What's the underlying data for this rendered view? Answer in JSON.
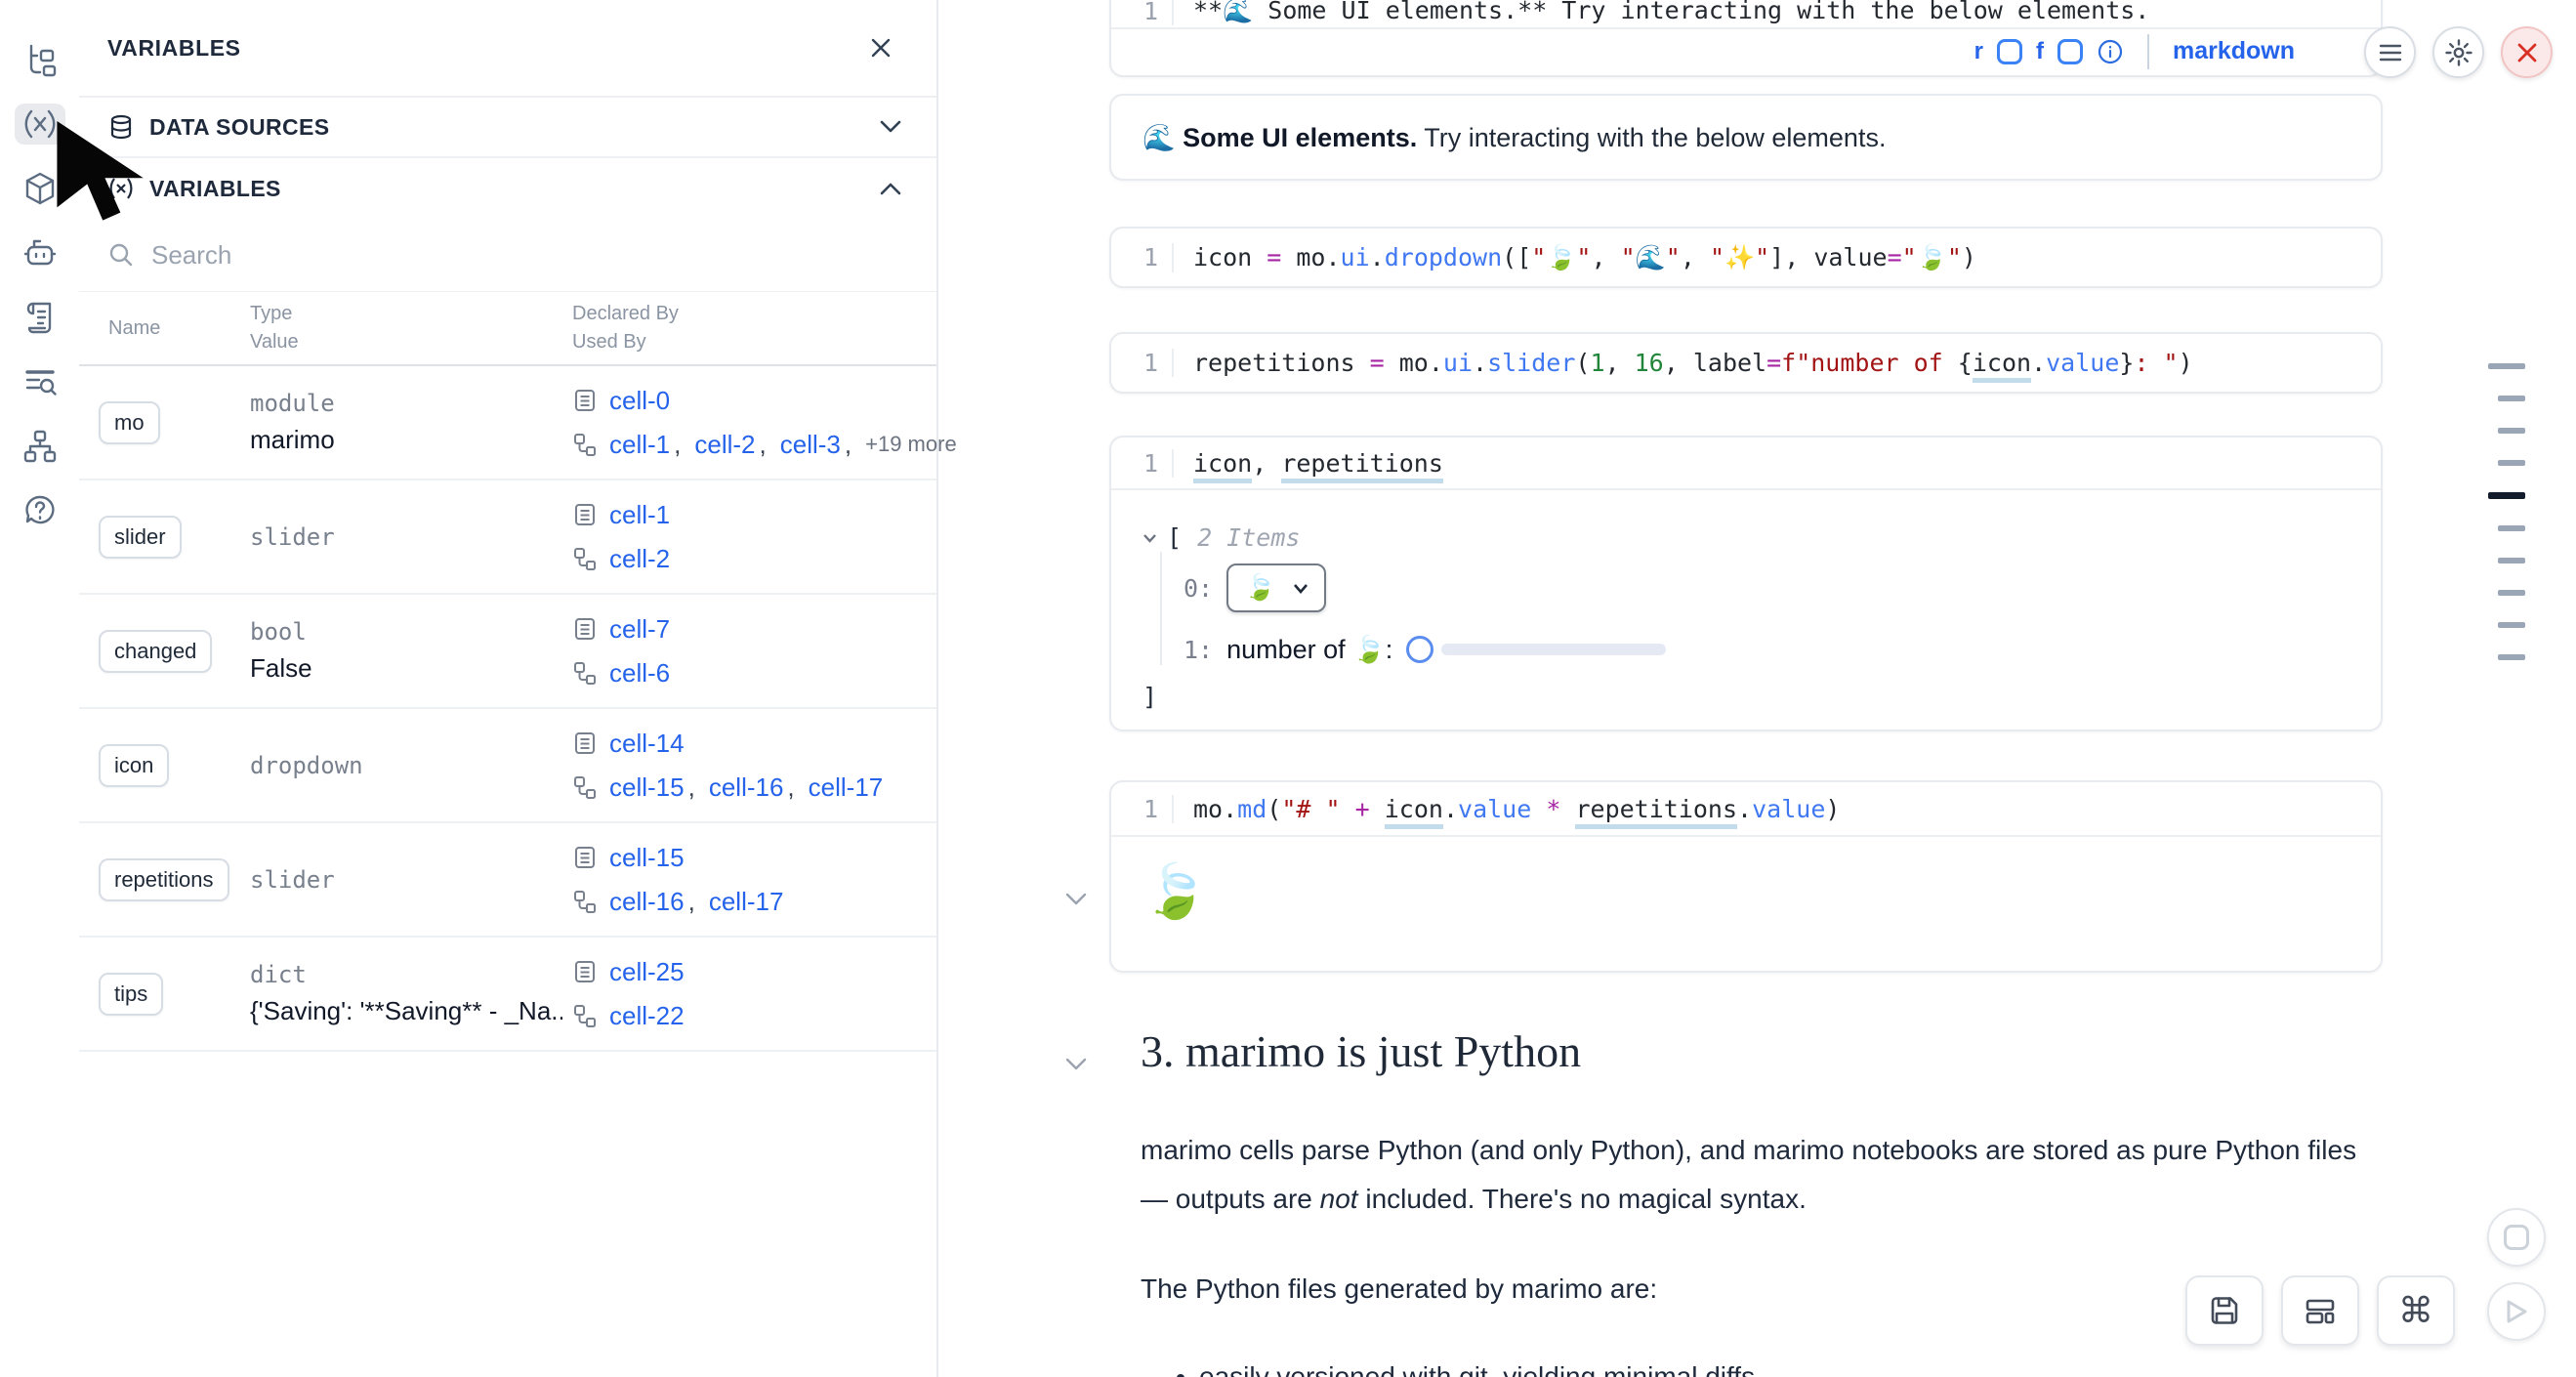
{
  "sidebar": {
    "items": [
      {
        "icon": "file-explorer-icon",
        "active": false
      },
      {
        "icon": "variables-icon",
        "active": true
      },
      {
        "icon": "packages-icon",
        "active": false
      },
      {
        "icon": "ai-assistant-icon",
        "active": false
      },
      {
        "icon": "scratchpad-icon",
        "active": false
      },
      {
        "icon": "logs-icon",
        "active": false
      },
      {
        "icon": "dependency-graph-icon",
        "active": false
      },
      {
        "icon": "help-icon",
        "active": false
      }
    ]
  },
  "panel": {
    "title": "VARIABLES",
    "sections": [
      {
        "label": "DATA SOURCES",
        "icon": "database-icon",
        "state": "collapsed"
      },
      {
        "label": "VARIABLES",
        "icon": "variables-icon",
        "state": "expanded"
      }
    ],
    "search": {
      "placeholder": "Search"
    },
    "table": {
      "headers": {
        "name": "Name",
        "type": "Type",
        "value": "Value",
        "declared": "Declared By",
        "used": "Used By"
      },
      "separator": ",",
      "rows": [
        {
          "name": "mo",
          "type": "module",
          "value": "marimo",
          "declared": [
            "cell-0"
          ],
          "used": [
            "cell-1",
            "cell-2",
            "cell-3"
          ],
          "used_more": "+19 more"
        },
        {
          "name": "slider",
          "type": "slider",
          "value": "",
          "declared": [
            "cell-1"
          ],
          "used": [
            "cell-2"
          ],
          "used_more": ""
        },
        {
          "name": "changed",
          "type": "bool",
          "value": "False",
          "declared": [
            "cell-7"
          ],
          "used": [
            "cell-6"
          ],
          "used_more": ""
        },
        {
          "name": "icon",
          "type": "dropdown",
          "value": "",
          "declared": [
            "cell-14"
          ],
          "used": [
            "cell-15",
            "cell-16",
            "cell-17"
          ],
          "used_more": ""
        },
        {
          "name": "repetitions",
          "type": "slider",
          "value": "",
          "declared": [
            "cell-15"
          ],
          "used": [
            "cell-16",
            "cell-17"
          ],
          "used_more": ""
        },
        {
          "name": "tips",
          "type": "dict",
          "value": "{'Saving': '**Saving** - _Na...",
          "declared": [
            "cell-25"
          ],
          "used": [
            "cell-22"
          ],
          "used_more": ""
        }
      ]
    }
  },
  "notebook": {
    "top_cell": {
      "line_no": "1",
      "tokens": [
        [
          "p",
          "**🌊 Some UI elements.** Try interacting with the below elements."
        ]
      ],
      "footer": {
        "r_label": "r",
        "f_label": "f",
        "language": "markdown"
      },
      "output": {
        "bold": "🌊 Some UI elements.",
        "rest": " Try interacting with the below elements."
      }
    },
    "cells": [
      {
        "line_no": "1",
        "tokens": [
          [
            "p",
            "icon "
          ],
          [
            "o",
            "="
          ],
          [
            "p",
            " mo."
          ],
          [
            "f",
            "ui"
          ],
          [
            "p",
            "."
          ],
          [
            "f",
            "dropdown"
          ],
          [
            "p",
            "(["
          ],
          [
            "s",
            "\"🍃\""
          ],
          [
            "p",
            ", "
          ],
          [
            "s",
            "\"🌊\""
          ],
          [
            "p",
            ", "
          ],
          [
            "s",
            "\"✨\""
          ],
          [
            "p",
            "], value"
          ],
          [
            "o",
            "="
          ],
          [
            "s",
            "\"🍃\""
          ],
          [
            "p",
            ")"
          ]
        ]
      },
      {
        "line_no": "1",
        "tokens": [
          [
            "p",
            "repetitions "
          ],
          [
            "o",
            "="
          ],
          [
            "p",
            " mo."
          ],
          [
            "f",
            "ui"
          ],
          [
            "p",
            "."
          ],
          [
            "f",
            "slider"
          ],
          [
            "p",
            "("
          ],
          [
            "n",
            "1"
          ],
          [
            "p",
            ", "
          ],
          [
            "n",
            "16"
          ],
          [
            "p",
            ", label"
          ],
          [
            "o",
            "="
          ],
          [
            "s",
            "f\"number of "
          ],
          [
            "p",
            "{"
          ],
          [
            "u",
            "icon"
          ],
          [
            "p",
            "."
          ],
          [
            "f",
            "value"
          ],
          [
            "p",
            "}"
          ],
          [
            "s",
            ": \""
          ],
          [
            "p",
            ")"
          ]
        ]
      },
      {
        "line_no": "1",
        "tokens": [
          [
            "u",
            "icon"
          ],
          [
            "p",
            ", "
          ],
          [
            "u",
            "repetitions"
          ]
        ],
        "output_tree": {
          "open_bracket": "[",
          "items_label": "2 Items",
          "index0": "0:",
          "dropdown_value": "🍃",
          "index1": "1:",
          "slider_label": "number of 🍃: ",
          "close_bracket": "]"
        }
      },
      {
        "line_no": "1",
        "tokens": [
          [
            "p",
            "mo."
          ],
          [
            "f",
            "md"
          ],
          [
            "p",
            "("
          ],
          [
            "s",
            "\"# \""
          ],
          [
            "p",
            " "
          ],
          [
            "o",
            "+"
          ],
          [
            "p",
            " "
          ],
          [
            "u",
            "icon"
          ],
          [
            "p",
            "."
          ],
          [
            "f",
            "value"
          ],
          [
            "p",
            " "
          ],
          [
            "o",
            "*"
          ],
          [
            "p",
            " "
          ],
          [
            "u",
            "repetitions"
          ],
          [
            "p",
            "."
          ],
          [
            "f",
            "value"
          ],
          [
            "p",
            ")"
          ]
        ],
        "output_emoji": "🍃"
      }
    ],
    "section": {
      "heading": "3. marimo is just Python",
      "para1_a": "marimo cells parse Python (and only Python), and marimo notebooks are stored as pure Python files — outputs are ",
      "para1_em": "not",
      "para1_b": " included. There's no magical syntax.",
      "para2": "The Python files generated by marimo are:",
      "bullet1": "easily versioned with git, yielding minimal diffs"
    }
  },
  "topbar": {
    "icons": [
      "menu-icon",
      "gear-icon",
      "shutdown-icon"
    ]
  },
  "bottombar": {
    "icons": [
      "save-icon",
      "layout-icon",
      "command-icon",
      "stop-icon",
      "run-icon"
    ],
    "cmd_glyph": "⌘"
  },
  "minimap": {
    "bars": [
      "wide",
      "short",
      "short",
      "short",
      "active",
      "short",
      "short",
      "short",
      "short",
      "short"
    ]
  },
  "colors": {
    "accent_blue": "#2563eb",
    "link_blue": "#2563eb",
    "danger_red": "#d93025",
    "border": "#e7eaee",
    "code_string": "#a31515",
    "code_number": "#22863a",
    "code_func": "#4078f2",
    "code_op": "#a626a4"
  }
}
